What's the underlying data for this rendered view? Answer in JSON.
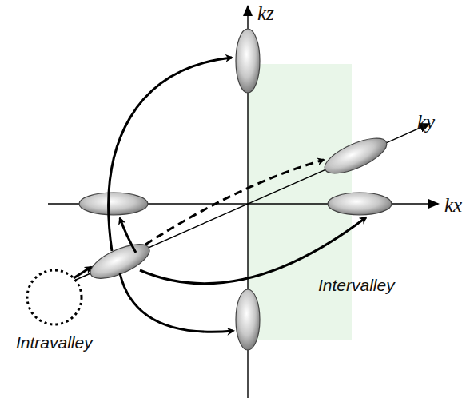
{
  "diagram": {
    "labels": [
      "kz",
      "ky",
      "kx",
      "Intervalley",
      "Intravalley"
    ]
  }
}
